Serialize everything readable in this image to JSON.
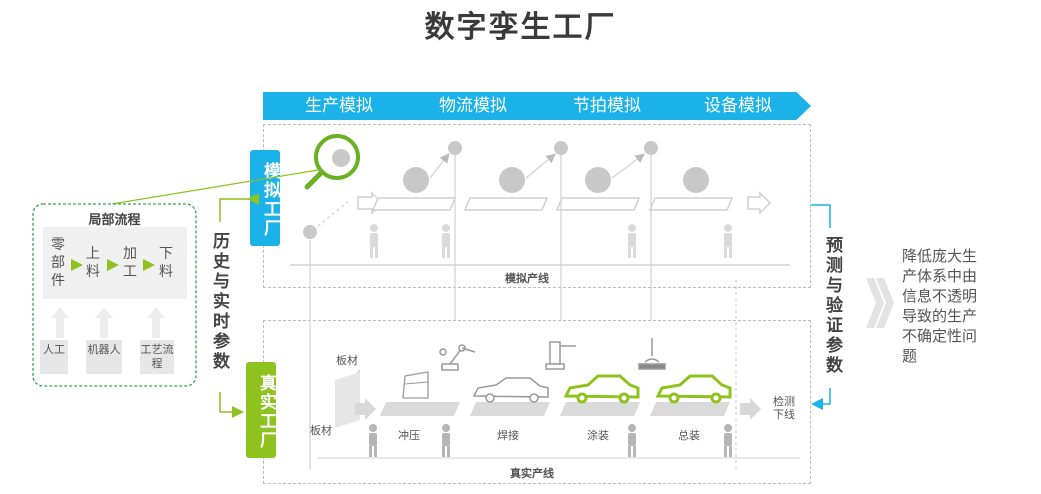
{
  "title": "数字孪生工厂",
  "tabs": [
    {
      "label": "生产模拟"
    },
    {
      "label": "物流模拟"
    },
    {
      "label": "节拍模拟"
    },
    {
      "label": "设备模拟"
    }
  ],
  "sim_factory": {
    "label": "模拟工厂",
    "line_label": "模拟产线"
  },
  "real_factory": {
    "label": "真实工厂",
    "line_label": "真实产线"
  },
  "history_params": "历史与实时参数",
  "predict_verify": "预测与验证参数",
  "local_flow": {
    "title": "局部流程",
    "steps": [
      "零部件",
      "上料",
      "加工",
      "下料"
    ],
    "sources": [
      "人工",
      "机器人",
      "工艺流程"
    ]
  },
  "real_line": {
    "sheet_top": "板材",
    "sheet_bottom": "板材",
    "stages": [
      "冲压",
      "焊接",
      "涂装",
      "总装"
    ],
    "end": "检测下线"
  },
  "outcome": "降低庞大生产体系中由信息不透明导致的生产不确定性问题",
  "colors": {
    "blue": "#1ab2e8",
    "green": "#8dc21f",
    "panel_border": "#bdbdbd"
  }
}
